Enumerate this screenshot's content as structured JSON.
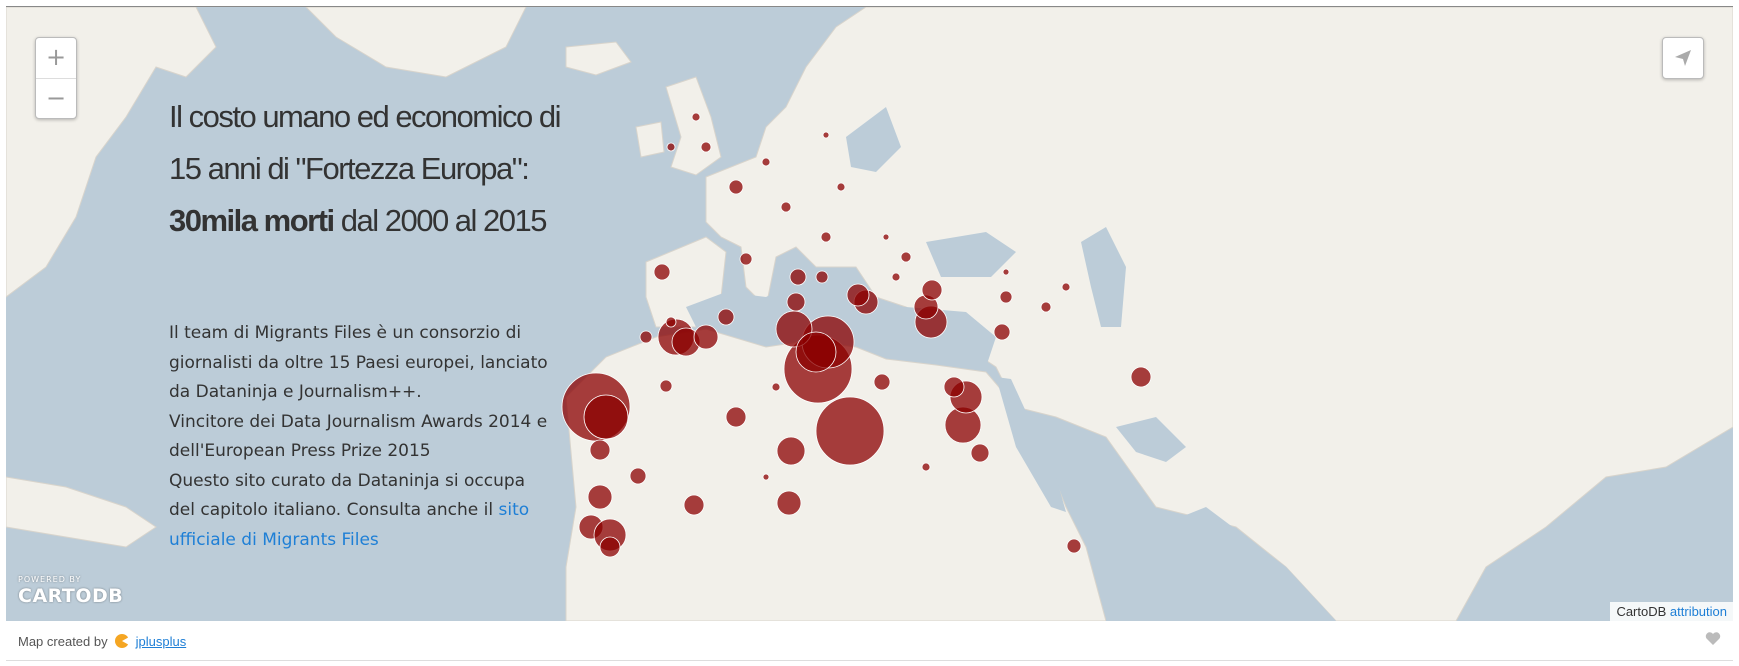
{
  "map": {
    "title_part1": "Il costo umano ed economico di 15 anni di \"Fortezza Europa\": ",
    "title_bold": "30mila morti",
    "title_part2": " dal 2000 al 2015",
    "desc_line1": "Il team di Migrants Files è un consorzio di giornalisti da oltre 15 Paesi europei, lanciato da Dataninja e Journalism++.",
    "desc_line2": "Vincitore dei Data Journalism Awards 2014 e dell'European Press Prize 2015",
    "desc_line3": "Questo sito curato da Dataninja si occupa del capitolo italiano. Consulta anche il ",
    "desc_link": "sito ufficiale di Migrants Files",
    "zoom_in": "+",
    "zoom_out": "−",
    "logo_small": "POWERED BY",
    "logo_big": "CARTODB",
    "attrib_text": "CartoDB ",
    "attrib_link": "attribution"
  },
  "footer": {
    "created_by": "Map created by",
    "author": "jplusplus"
  },
  "colors": {
    "sea": "#bcccd8",
    "land": "#f2f0ea",
    "bubble": "#8b0000",
    "link": "#1e7fd6"
  },
  "icons": {
    "share": "paper-plane-icon",
    "heart": "heart-icon",
    "author_avatar": "user-avatar-icon"
  }
}
